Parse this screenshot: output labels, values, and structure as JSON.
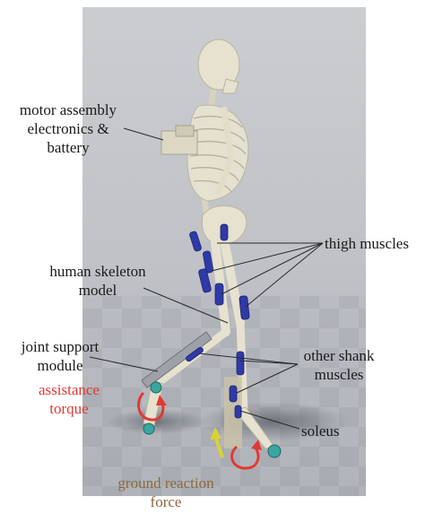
{
  "labels": {
    "motor": [
      "motor assembly",
      "electronics &",
      "battery"
    ],
    "thigh": "thigh muscles",
    "skeleton": [
      "human skeleton",
      "model"
    ],
    "joint": [
      "joint support",
      "module"
    ],
    "shank": [
      "other shank",
      "muscles"
    ],
    "assist": [
      "assistance",
      "torque"
    ],
    "soleus": "soleus",
    "grf": [
      "ground reaction",
      "force"
    ]
  },
  "colors": {
    "text": "#1a1a1a",
    "assist_text": "#e03a32",
    "grf_text": "#8a6a3c",
    "muscle": "#2f3aa8",
    "bone": "#e6e2cf",
    "floor": "#b9bcc2",
    "sky": "#c6c8cc"
  }
}
